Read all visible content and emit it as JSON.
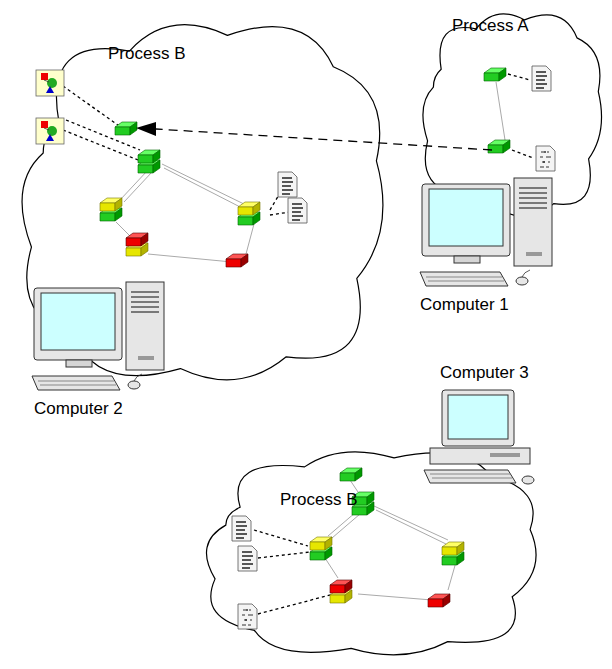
{
  "diagram": {
    "nodes": [
      {
        "text": [
          "Process B"
        ]
      },
      {
        "text": [
          "Process A"
        ]
      },
      {
        "text": [
          "Process B"
        ]
      }
    ],
    "labels": [
      "Computer 1",
      "Computer 2",
      "Computer 3"
    ]
  }
}
